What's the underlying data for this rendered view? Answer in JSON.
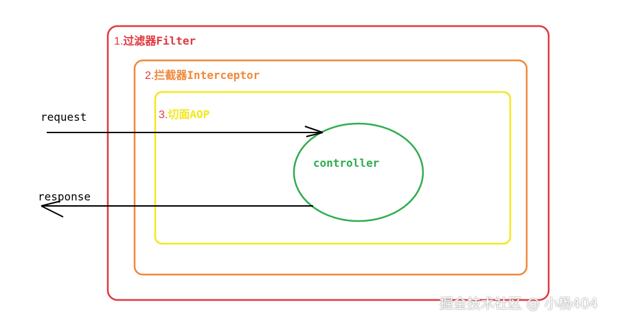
{
  "layers": {
    "filter": {
      "number": "1.",
      "title": "过滤器Filter",
      "color": "#e0383e"
    },
    "interceptor": {
      "number": "2.",
      "title": "拦截器Interceptor",
      "color": "#f0883a"
    },
    "aop": {
      "number": "3.",
      "title": "切面AOP",
      "color": "#f2e81a"
    }
  },
  "controller": {
    "label": "controller",
    "color": "#2fad4e"
  },
  "arrows": {
    "request": "request",
    "response": "response"
  },
  "number_color": "#e0383e",
  "watermark": {
    "text": "掘金技术社区 @ 小杨404",
    "color": "#ffffff"
  }
}
